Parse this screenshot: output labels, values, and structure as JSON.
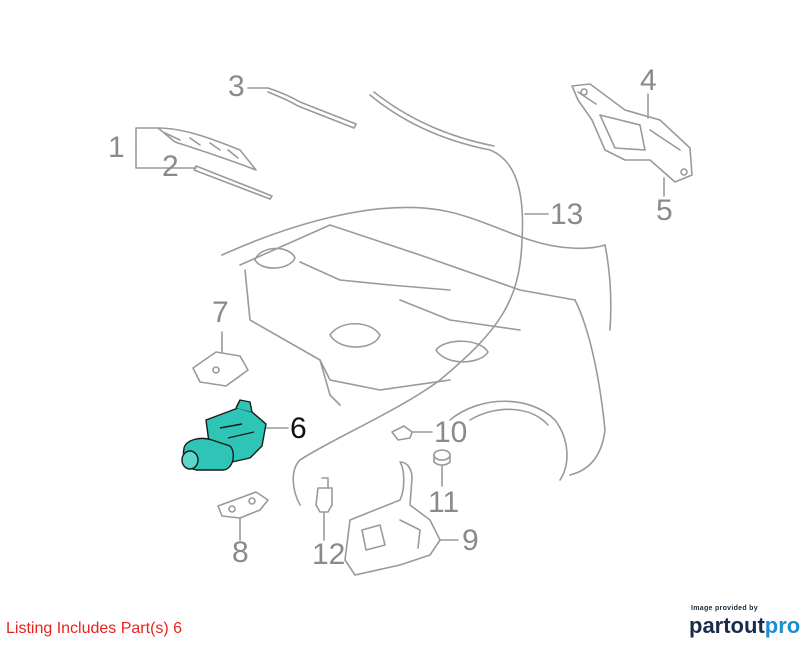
{
  "callouts": [
    "1",
    "2",
    "3",
    "4",
    "5",
    "6",
    "7",
    "8",
    "9",
    "10",
    "11",
    "12",
    "13"
  ],
  "highlighted_part": "6",
  "listing_text": "Listing Includes Part(s) 6",
  "credit": {
    "provided_by": "Image provided by",
    "brand_part1": "partout",
    "brand_part2": "pro"
  },
  "colors": {
    "line_art": "#9a9a9a",
    "highlight_fill": "#2ec4b6",
    "listing_text": "#e8231d",
    "brand_dark": "#1b2b4b",
    "brand_accent": "#1a8fd1"
  }
}
